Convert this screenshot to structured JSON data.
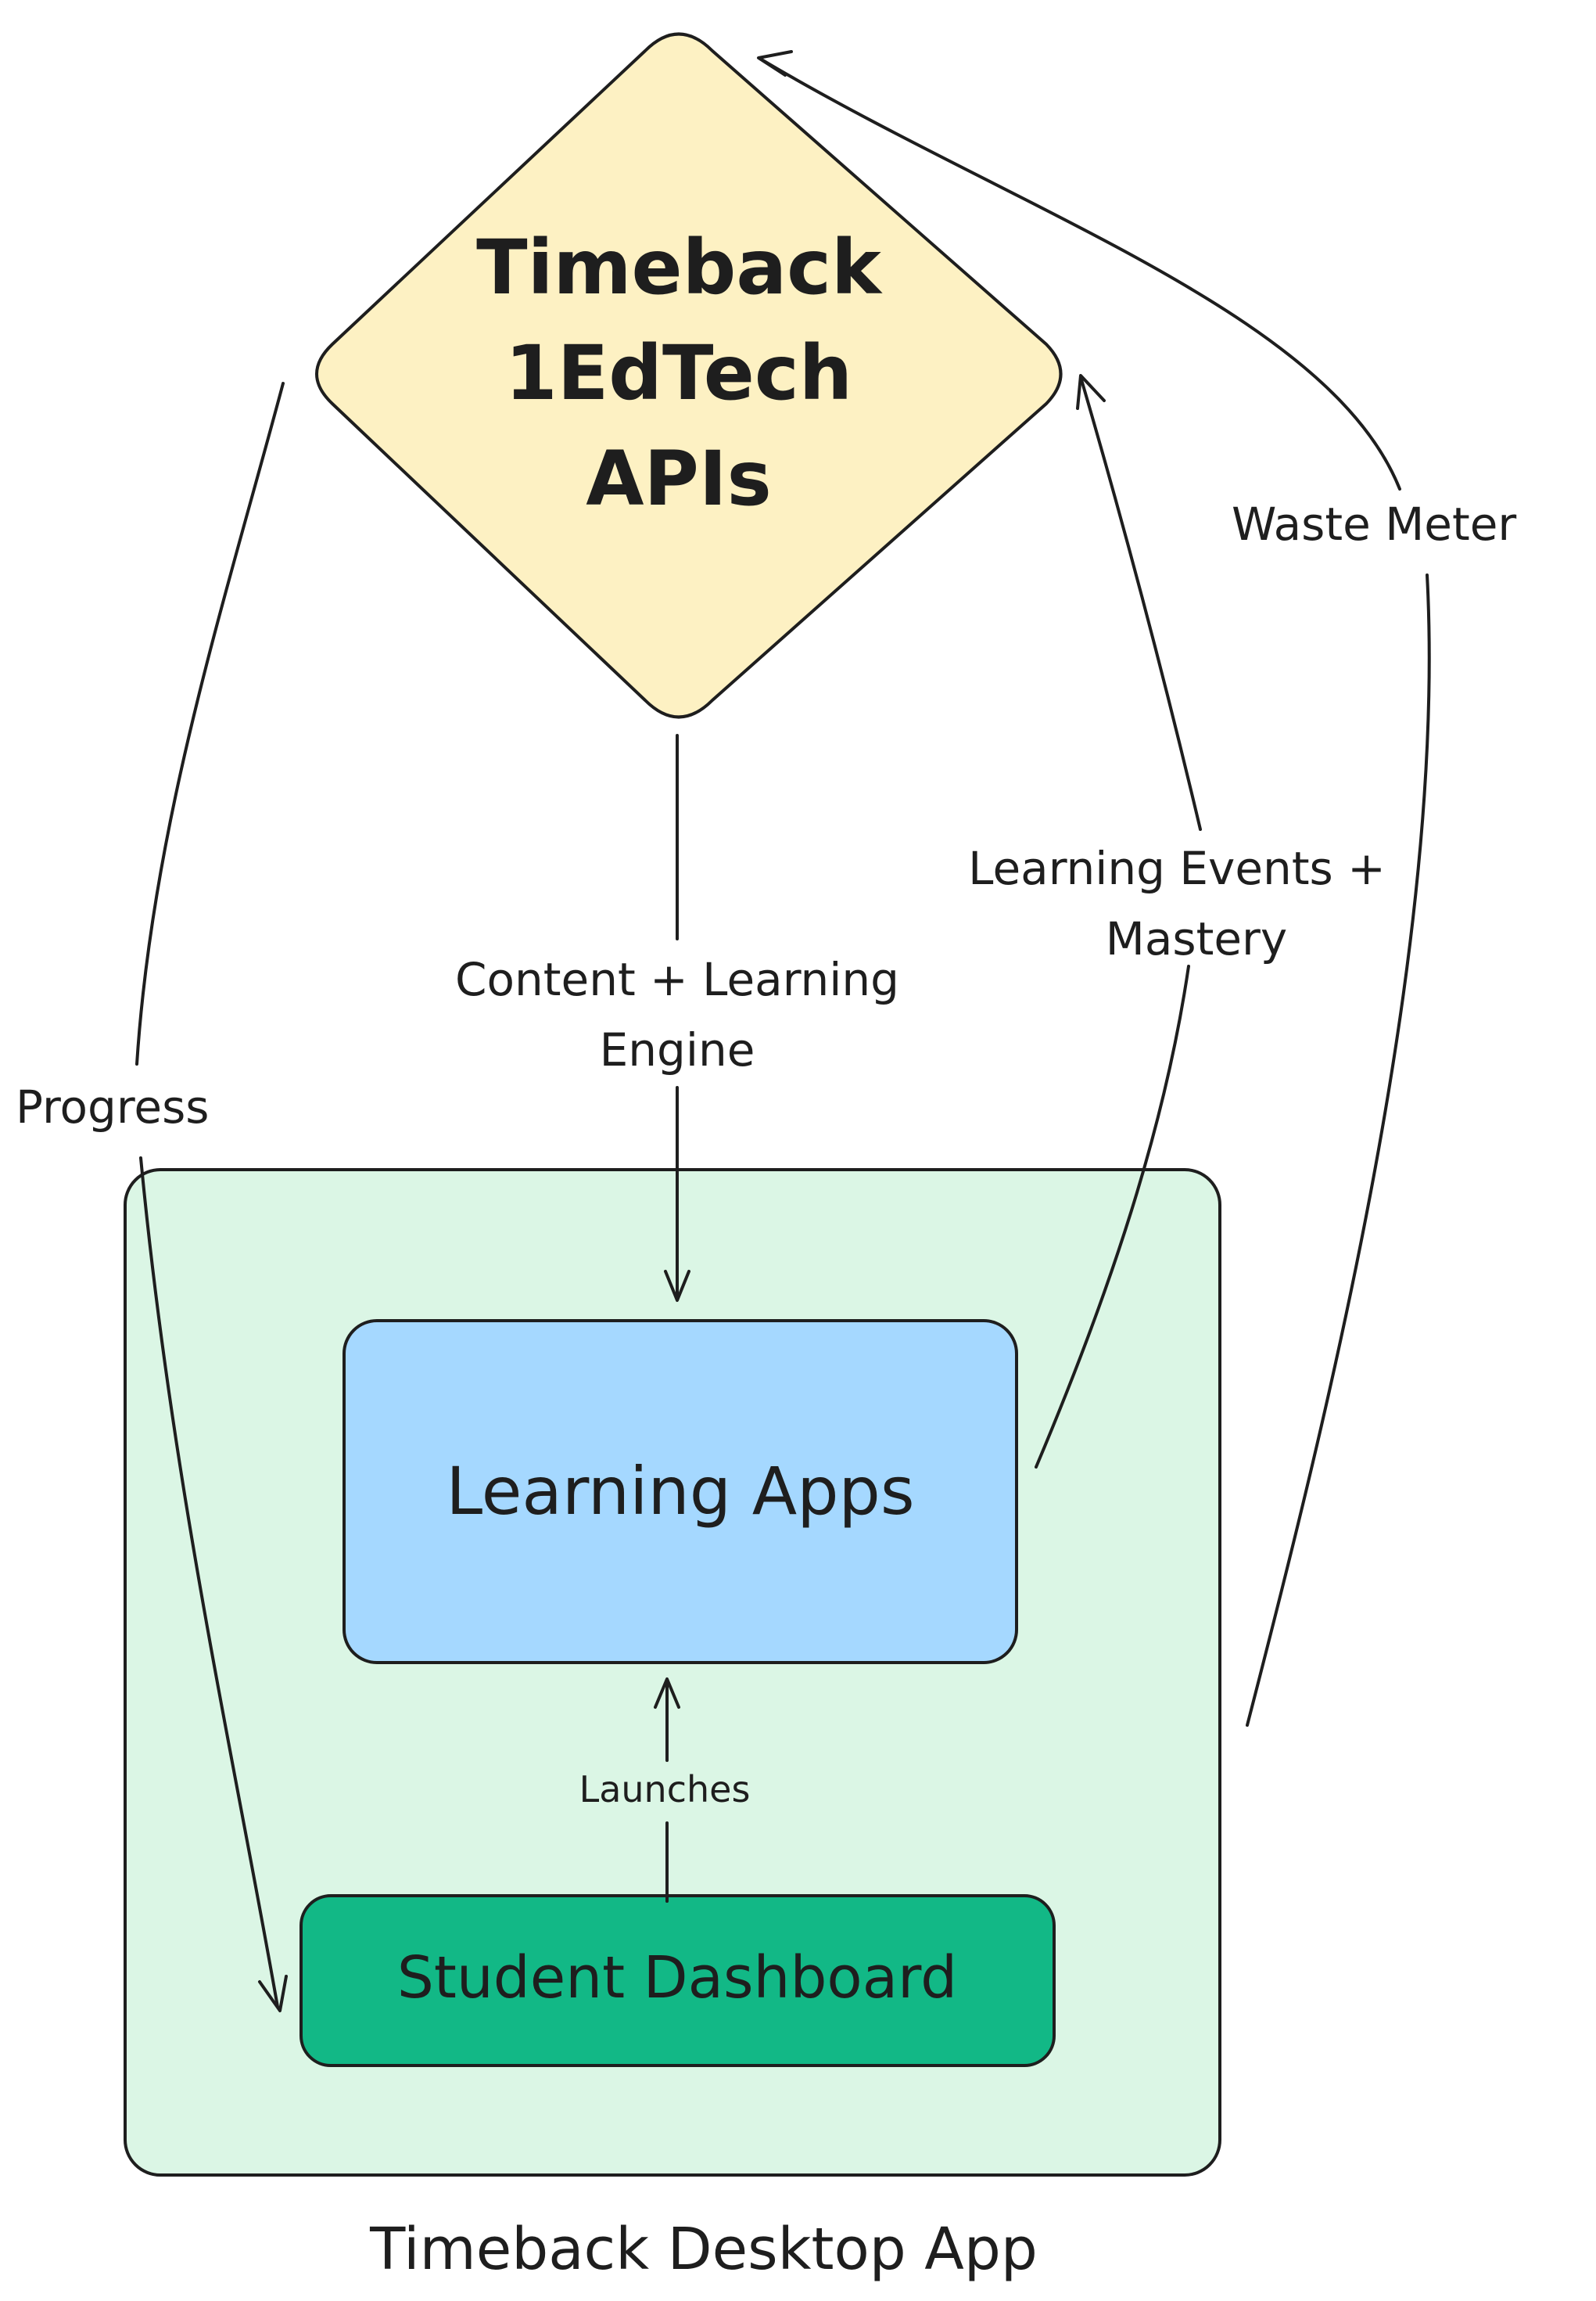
{
  "nodes": {
    "apis": {
      "lines": [
        "Timeback",
        "1EdTech",
        "APIs"
      ],
      "fill": "#fdf1c3"
    },
    "desktop": {
      "label": "Timeback Desktop App",
      "fill": "#dbf6e5"
    },
    "learning_apps": {
      "label": "Learning Apps",
      "fill": "#a5d8ff"
    },
    "dashboard": {
      "label": "Student Dashboard",
      "fill": "#12b886"
    }
  },
  "edges": {
    "progress": "Progress",
    "content": [
      "Content + Learning",
      "Engine"
    ],
    "events": [
      "Learning Events +",
      "Mastery"
    ],
    "waste": "Waste Meter",
    "launches": "Launches"
  },
  "colors": {
    "stroke": "#1e1e1e"
  }
}
